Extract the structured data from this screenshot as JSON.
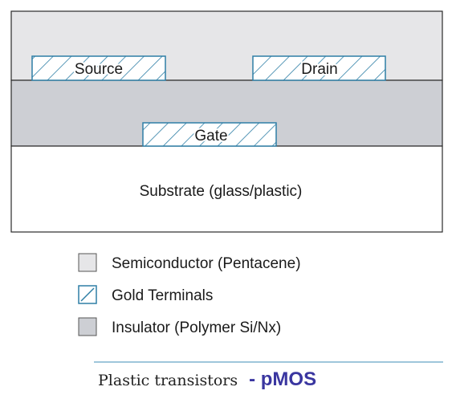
{
  "diagram": {
    "terminals": {
      "source": "Source",
      "drain": "Drain",
      "gate": "Gate"
    },
    "substrate_label": "Substrate (glass/plastic)"
  },
  "legend": [
    {
      "label": "Semiconductor (Pentacene)",
      "pattern": "solid-light-gray"
    },
    {
      "label": "Gold Terminals",
      "pattern": "hatched-blue"
    },
    {
      "label": "Insulator (Polymer Si/Nx)",
      "pattern": "solid-medium-gray"
    }
  ],
  "caption": {
    "text": "Plastic transistors",
    "accent": "- pMOS"
  },
  "colors": {
    "semiconductor": "#e6e6e8",
    "insulator": "#cdcfd4",
    "terminal_hatch": "#2f7fa6",
    "caption_accent": "#3a36a0",
    "caption_rule": "#7fb4cf"
  }
}
